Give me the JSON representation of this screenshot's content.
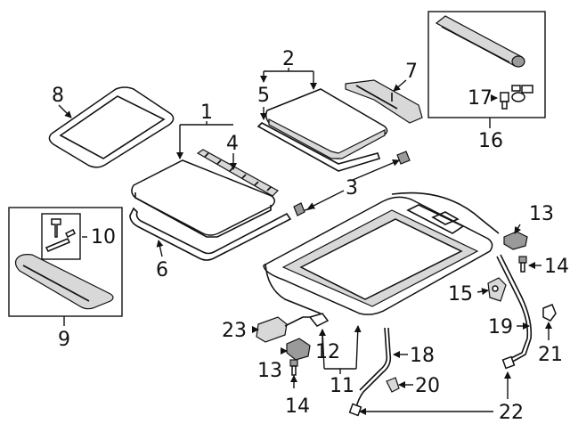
{
  "callouts": {
    "c1": "1",
    "c2": "2",
    "c3": "3",
    "c4": "4",
    "c5": "5",
    "c6": "6",
    "c7": "7",
    "c8": "8",
    "c9": "9",
    "c10": "10",
    "c11": "11",
    "c12": "12",
    "c13a": "13",
    "c13b": "13",
    "c14a": "14",
    "c14b": "14",
    "c15": "15",
    "c16": "16",
    "c17": "17",
    "c18": "18",
    "c19": "19",
    "c20": "20",
    "c21": "21",
    "c22": "22",
    "c23": "23"
  }
}
